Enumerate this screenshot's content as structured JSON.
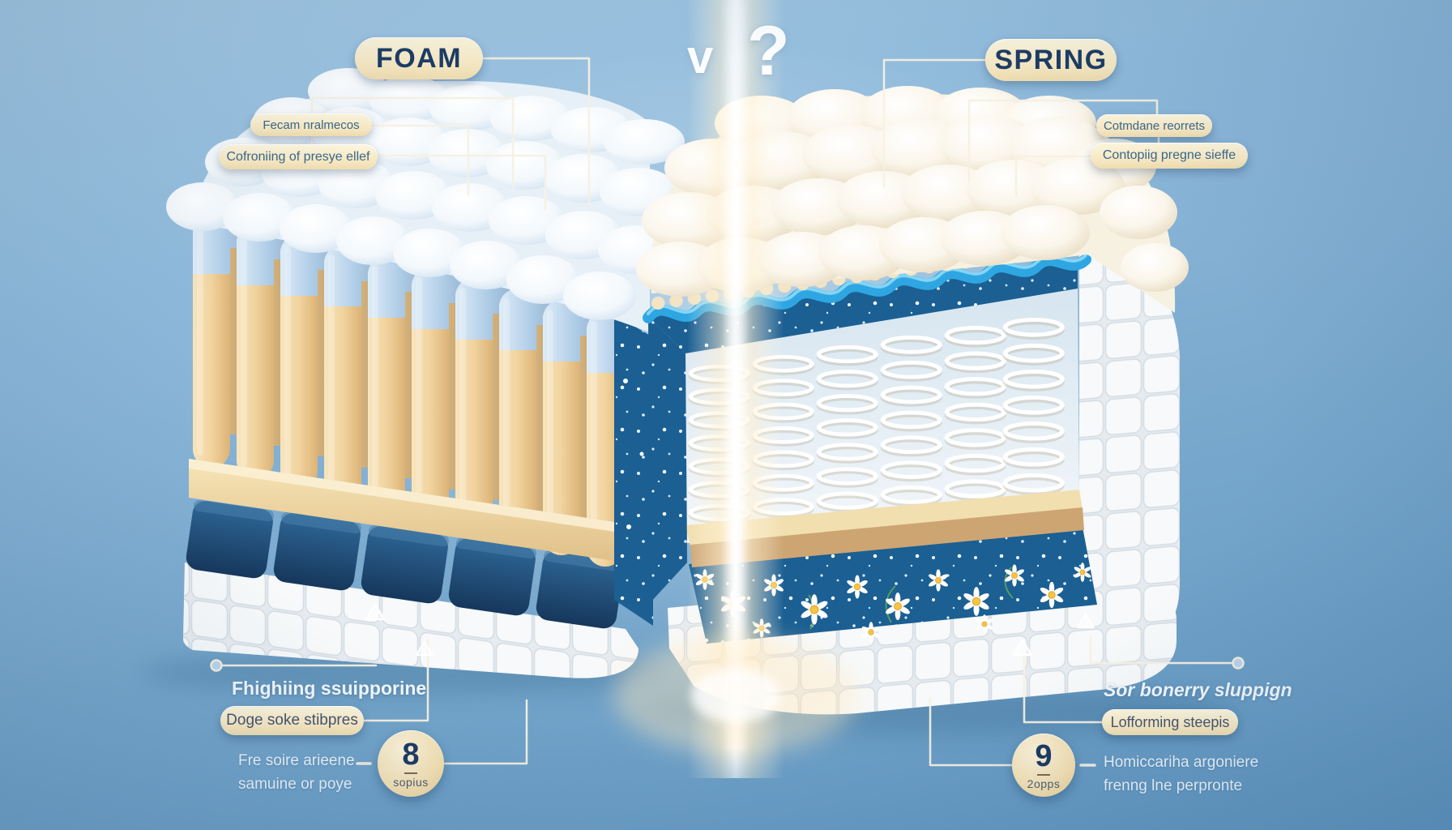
{
  "header": {
    "foam_label": "FOAM",
    "spring_label": "SPRING",
    "versus": {
      "v": "v",
      "question": "?"
    }
  },
  "foam_side": {
    "callouts": [
      "Fecam nralmecos",
      "Cofroniing of presye ellef"
    ],
    "support_text": "Fhighiing ssuipporine",
    "feature_pill": "Doge soke stibpres",
    "note_lines": [
      "Fre soire arieene",
      "samuine or poye"
    ],
    "stat": {
      "value": "8",
      "unit": "sopius"
    }
  },
  "spring_side": {
    "callouts": [
      "Cotmdane reorrets",
      "Contopiig pregne sieffe"
    ],
    "support_text": "Sor bonerry sluppign",
    "feature_pill": "Lofforming steepis",
    "note_lines": [
      "Homiccariha argoniere",
      "frenng lne perpronte"
    ],
    "stat": {
      "value": "9",
      "unit": "2opps"
    }
  },
  "colors": {
    "background_top": "#A6CBE5",
    "background_bottom": "#6095BF",
    "pill_cream": "#F6E7C0",
    "label_navy": "#1C3C64",
    "foam_column": "#F1D39E",
    "foam_cap": "#C9DFF2",
    "navy_block": "#1C4C78",
    "spring_wall_blue": "#1B5F93",
    "wave_trim": "#2EA6E2",
    "shelf_tan": "#F2DFAF",
    "beam_glow": "#FFE9C2"
  }
}
